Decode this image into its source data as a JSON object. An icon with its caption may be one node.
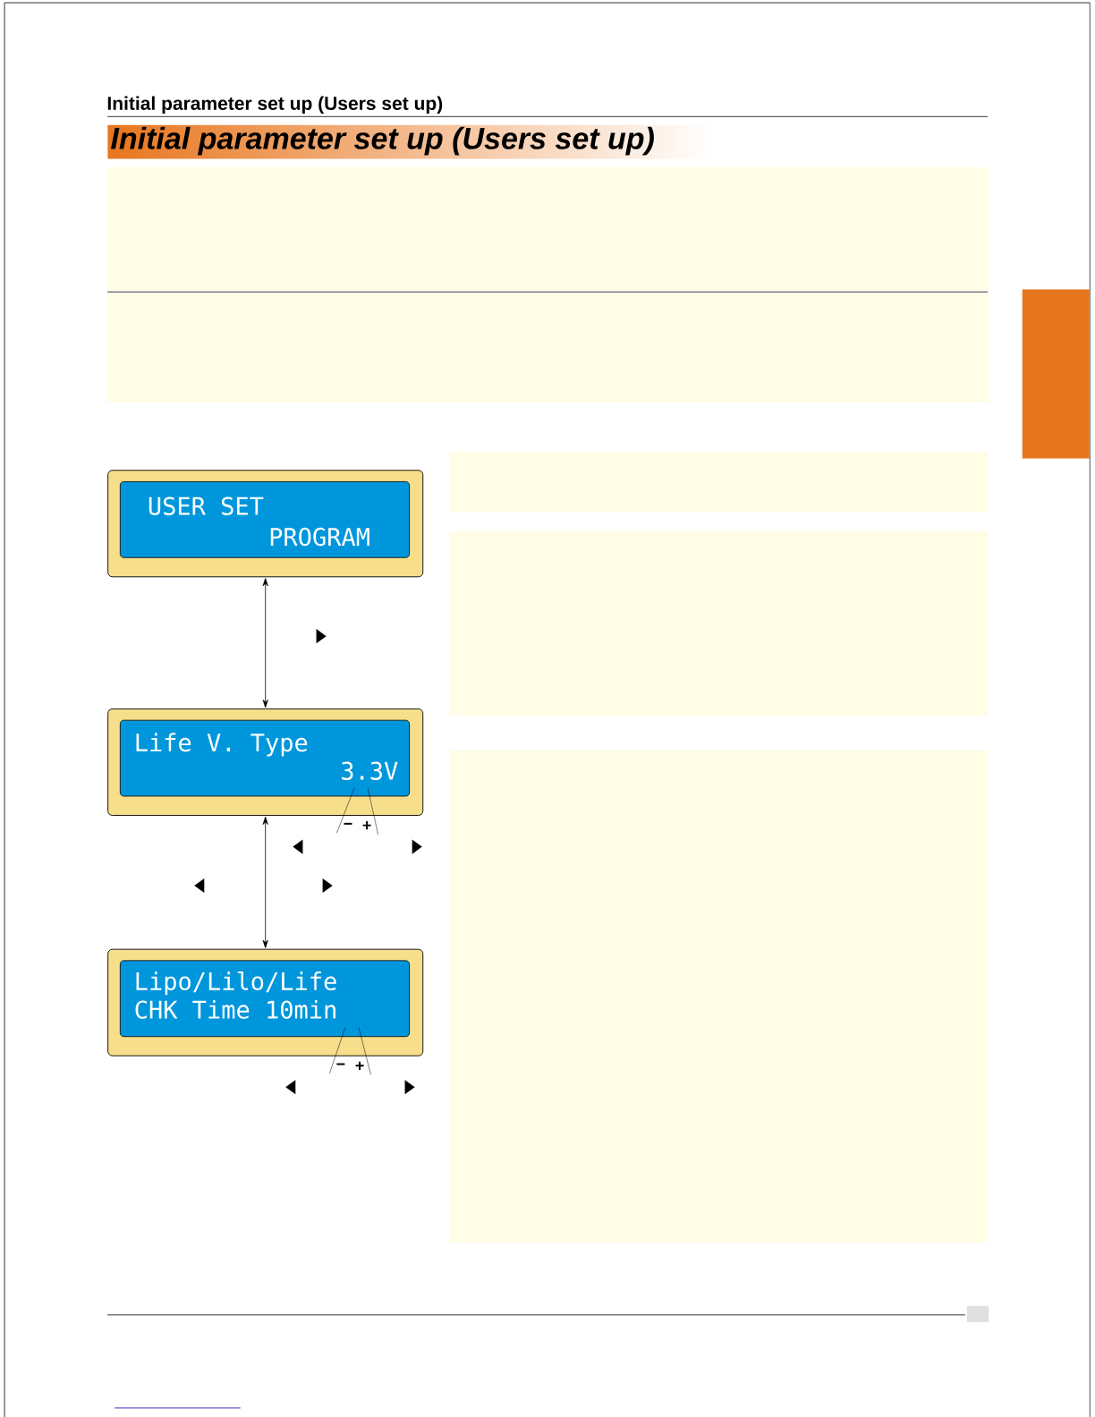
{
  "diagram": {
    "title": "Initial parameter set up (Users set up)",
    "nodes": [
      {
        "text": [],
        "shape": "box"
      },
      {
        "text": [
          "USER SET",
          "PROGRAM"
        ]
      },
      {
        "text": [
          "Life V. Type",
          "3.3V"
        ]
      },
      {
        "text": [
          "Lipo/Lilo/Life",
          "CHK Time  10min"
        ]
      },
      {
        "text": [
          "−"
        ]
      },
      {
        "text": [
          "+"
        ]
      },
      {
        "text": [
          "−"
        ]
      },
      {
        "text": [
          "+"
        ]
      }
    ],
    "edges": [
      {
        "from": 1,
        "to": 2,
        "arrow": "both"
      },
      {
        "from": 2,
        "to": 3,
        "arrow": "both"
      },
      {
        "from": 4,
        "to": 2,
        "arrow": "none"
      },
      {
        "from": 5,
        "to": 2,
        "arrow": "none"
      },
      {
        "from": 6,
        "to": 3,
        "arrow": "none"
      },
      {
        "from": 7,
        "to": 3,
        "arrow": "none"
      }
    ],
    "labels": [
      "Initial parameter set up (Users set up)"
    ]
  }
}
